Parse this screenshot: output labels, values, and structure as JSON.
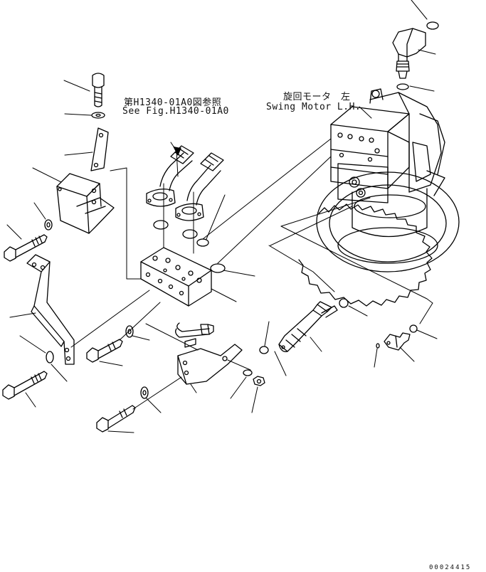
{
  "labels": {
    "reference_jp": "第H1340-01A0図参照",
    "reference_en": "See Fig.H1340-01A0",
    "motor_jp": "旋回モータ　左",
    "motor_en": "Swing Motor L.H.",
    "drawing_code": "00024415"
  },
  "parts": [
    "bolt-top",
    "washer-top",
    "strap",
    "bracket",
    "washer-left",
    "bolt-left",
    "stay",
    "hose-left",
    "hose-right",
    "o-ring-left",
    "o-ring-right",
    "block",
    "o-ring-block",
    "swing-motor",
    "elbow",
    "o-ring-elbow",
    "bolt-block",
    "washer-block",
    "u-bolt",
    "plate",
    "washer-plate",
    "nut",
    "bolt-bottom-left",
    "washer-bottom-left",
    "bolt-bottom",
    "washer-bottom",
    "sensor",
    "o-ring-sensor",
    "o-ring-sensor-tip",
    "plug",
    "o-ring-plug",
    "o-ring-small"
  ]
}
